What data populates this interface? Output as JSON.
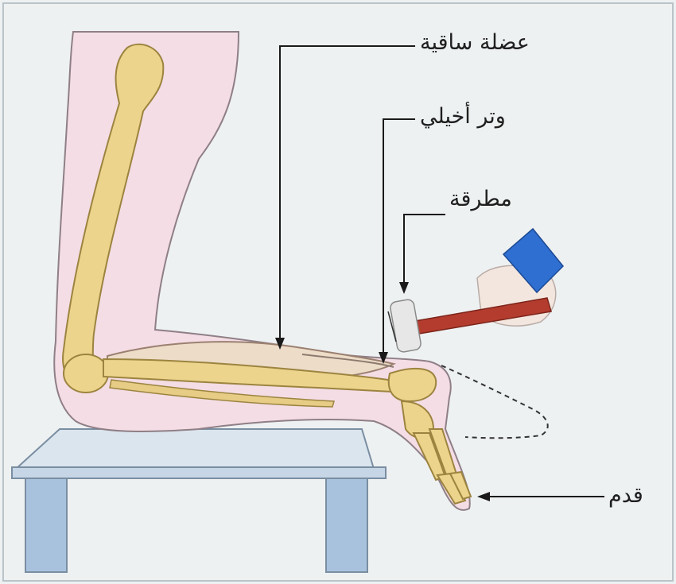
{
  "labels": {
    "calf_muscle": "عضلة ساقية",
    "achilles_tendon": "وتر أخيلي",
    "hammer": "مطرقة",
    "foot": "قدم"
  },
  "colors": {
    "skin": "#f3dde4",
    "skin_outline": "#9a8a90",
    "bone": "#ead28a",
    "bone_outline": "#9c8440",
    "muscle": "#ead9c0",
    "stool_top": "#d7e2ec",
    "stool_legs": "#a9c3de",
    "hammer_handle": "#b43c2e",
    "hammer_head": "#e8e8e8",
    "sleeve": "#2f6fd1"
  }
}
